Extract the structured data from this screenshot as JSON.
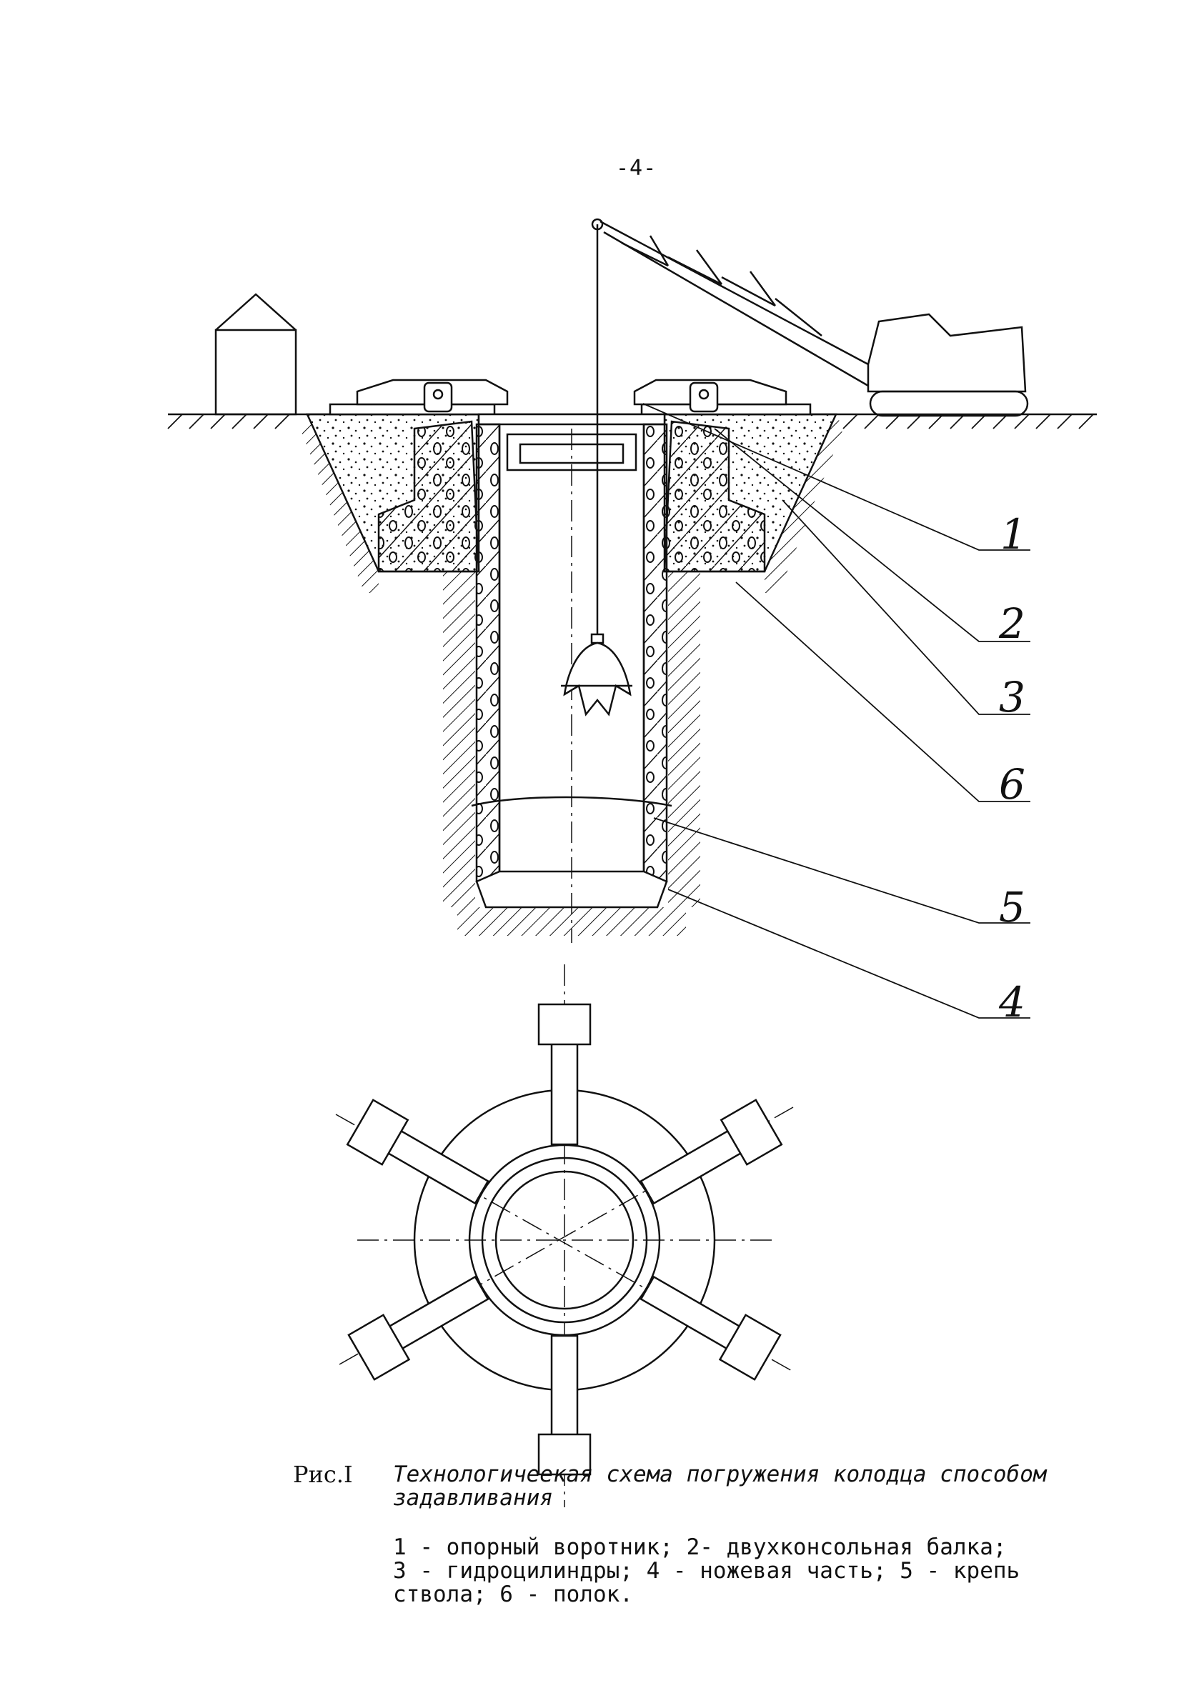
{
  "page_number": "-4-",
  "callouts": [
    "1",
    "2",
    "3",
    "6",
    "5",
    "4"
  ],
  "caption": {
    "label": "Рис.I",
    "title": "Технологичеекая схема погружения колодца способом задавливания",
    "legend": "1 - опорный воротник; 2- двухконсольная балка;\n3 - гидроцилиндры; 4 - ножевая часть; 5 - крепь\nствола; 6 - полок."
  },
  "colors": {
    "ink": "#111111",
    "paper": "#ffffff"
  }
}
